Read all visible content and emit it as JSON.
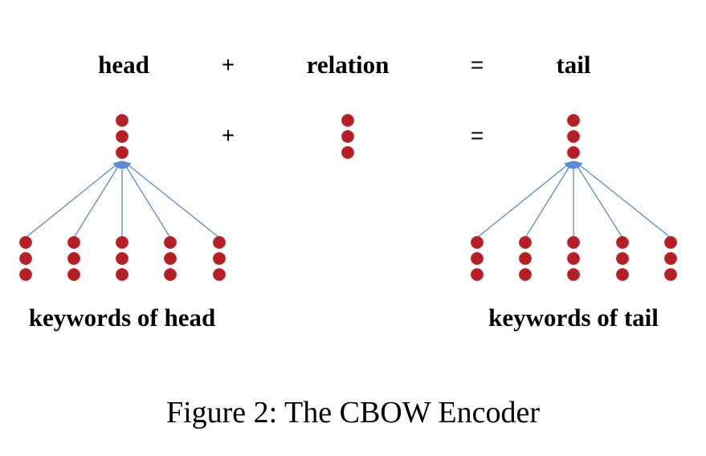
{
  "equation": {
    "head": "head",
    "plus": "+",
    "relation": "relation",
    "equals": "=",
    "tail": "tail"
  },
  "vectors_row": {
    "plus": "+",
    "equals": "="
  },
  "keywords": {
    "head_label": "keywords of head",
    "tail_label": "keywords of tail"
  },
  "caption": "Figure 2: The CBOW Encoder",
  "colors": {
    "dot": "#b22026",
    "dot_edge": "#c8383e",
    "arrow": "#5b8ccc",
    "text": "#000000"
  }
}
